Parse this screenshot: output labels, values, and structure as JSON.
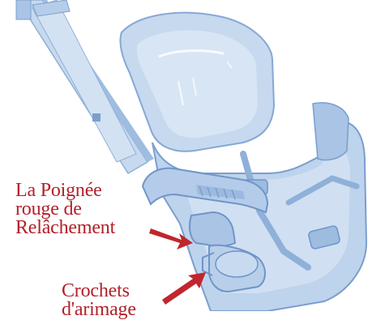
{
  "colors": {
    "seat_fill": "#bcd3ec",
    "seat_shade": "#93b3da",
    "seat_dark": "#6f95c8",
    "label_red": "#b3202a"
  },
  "labels": {
    "release_handle": {
      "line1": "La Poignée",
      "line2": "rouge de",
      "line3": "Relâchement"
    },
    "hooks": {
      "line1": "Crochets",
      "line2": "d'arimage"
    }
  },
  "icons": {
    "arrow_release": "arrow-icon",
    "arrow_hooks": "arrow-icon"
  }
}
